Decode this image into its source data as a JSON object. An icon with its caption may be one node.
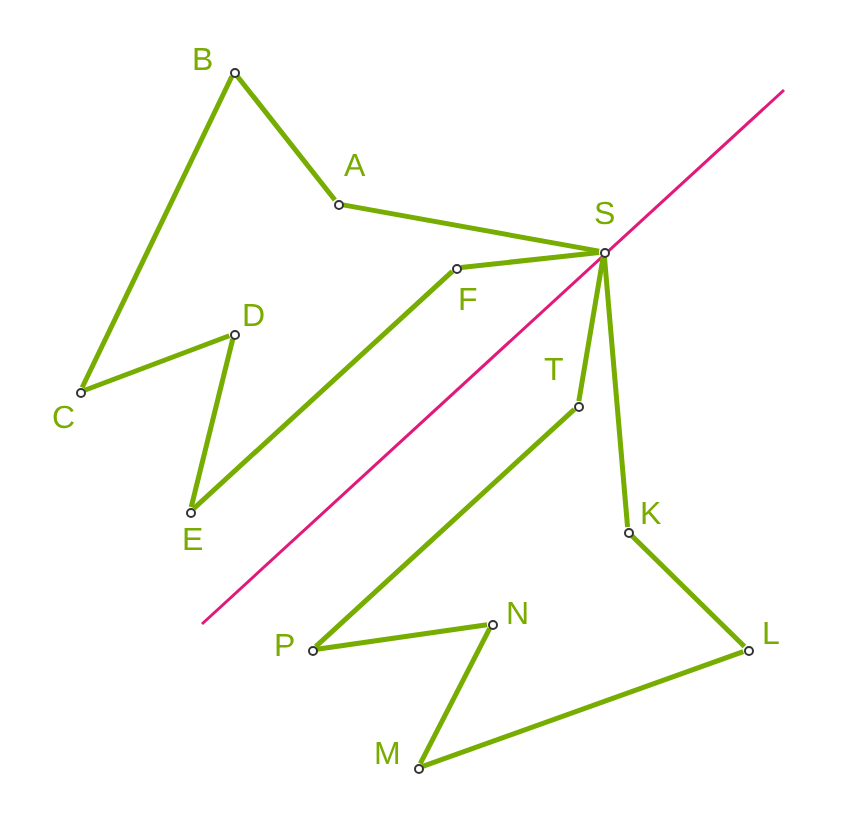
{
  "diagram": {
    "nodes": [
      {
        "text": [],
        "shape": "circle",
        "beside": [
          "B"
        ]
      },
      {
        "text": [],
        "shape": "circle",
        "beside": [
          "A"
        ]
      },
      {
        "text": [],
        "shape": "circle",
        "beside": [
          "S"
        ]
      },
      {
        "text": [],
        "shape": "circle",
        "beside": [
          "F"
        ]
      },
      {
        "text": [],
        "shape": "circle",
        "beside": [
          "D"
        ]
      },
      {
        "text": [],
        "shape": "circle",
        "beside": [
          "C"
        ]
      },
      {
        "text": [],
        "shape": "circle",
        "beside": [
          "T"
        ]
      },
      {
        "text": [],
        "shape": "circle",
        "beside": [
          "E"
        ]
      },
      {
        "text": [],
        "shape": "circle",
        "beside": [
          "K"
        ]
      },
      {
        "text": [],
        "shape": "circle",
        "beside": [
          "N"
        ]
      },
      {
        "text": [],
        "shape": "circle",
        "beside": [
          "P"
        ]
      },
      {
        "text": [],
        "shape": "circle",
        "beside": [
          "L"
        ]
      },
      {
        "text": [],
        "shape": "circle",
        "beside": [
          "M"
        ]
      }
    ],
    "edges": [
      {
        "from": 0,
        "to": 1,
        "arrow": "none"
      },
      {
        "from": 1,
        "to": 2,
        "arrow": "none"
      },
      {
        "from": 2,
        "to": 3,
        "arrow": "none"
      },
      {
        "from": 3,
        "to": 7,
        "arrow": "none"
      },
      {
        "from": 7,
        "to": 4,
        "arrow": "none"
      },
      {
        "from": 4,
        "to": 5,
        "arrow": "none"
      },
      {
        "from": 5,
        "to": 0,
        "arrow": "none"
      },
      {
        "from": 2,
        "to": 6,
        "arrow": "none"
      },
      {
        "from": 6,
        "to": 10,
        "arrow": "none"
      },
      {
        "from": 10,
        "to": 9,
        "arrow": "none"
      },
      {
        "from": 9,
        "to": 12,
        "arrow": "none"
      },
      {
        "from": 12,
        "to": 11,
        "arrow": "none"
      },
      {
        "from": 11,
        "to": 8,
        "arrow": "none"
      },
      {
        "from": 8,
        "to": 2,
        "arrow": "none"
      }
    ]
  }
}
